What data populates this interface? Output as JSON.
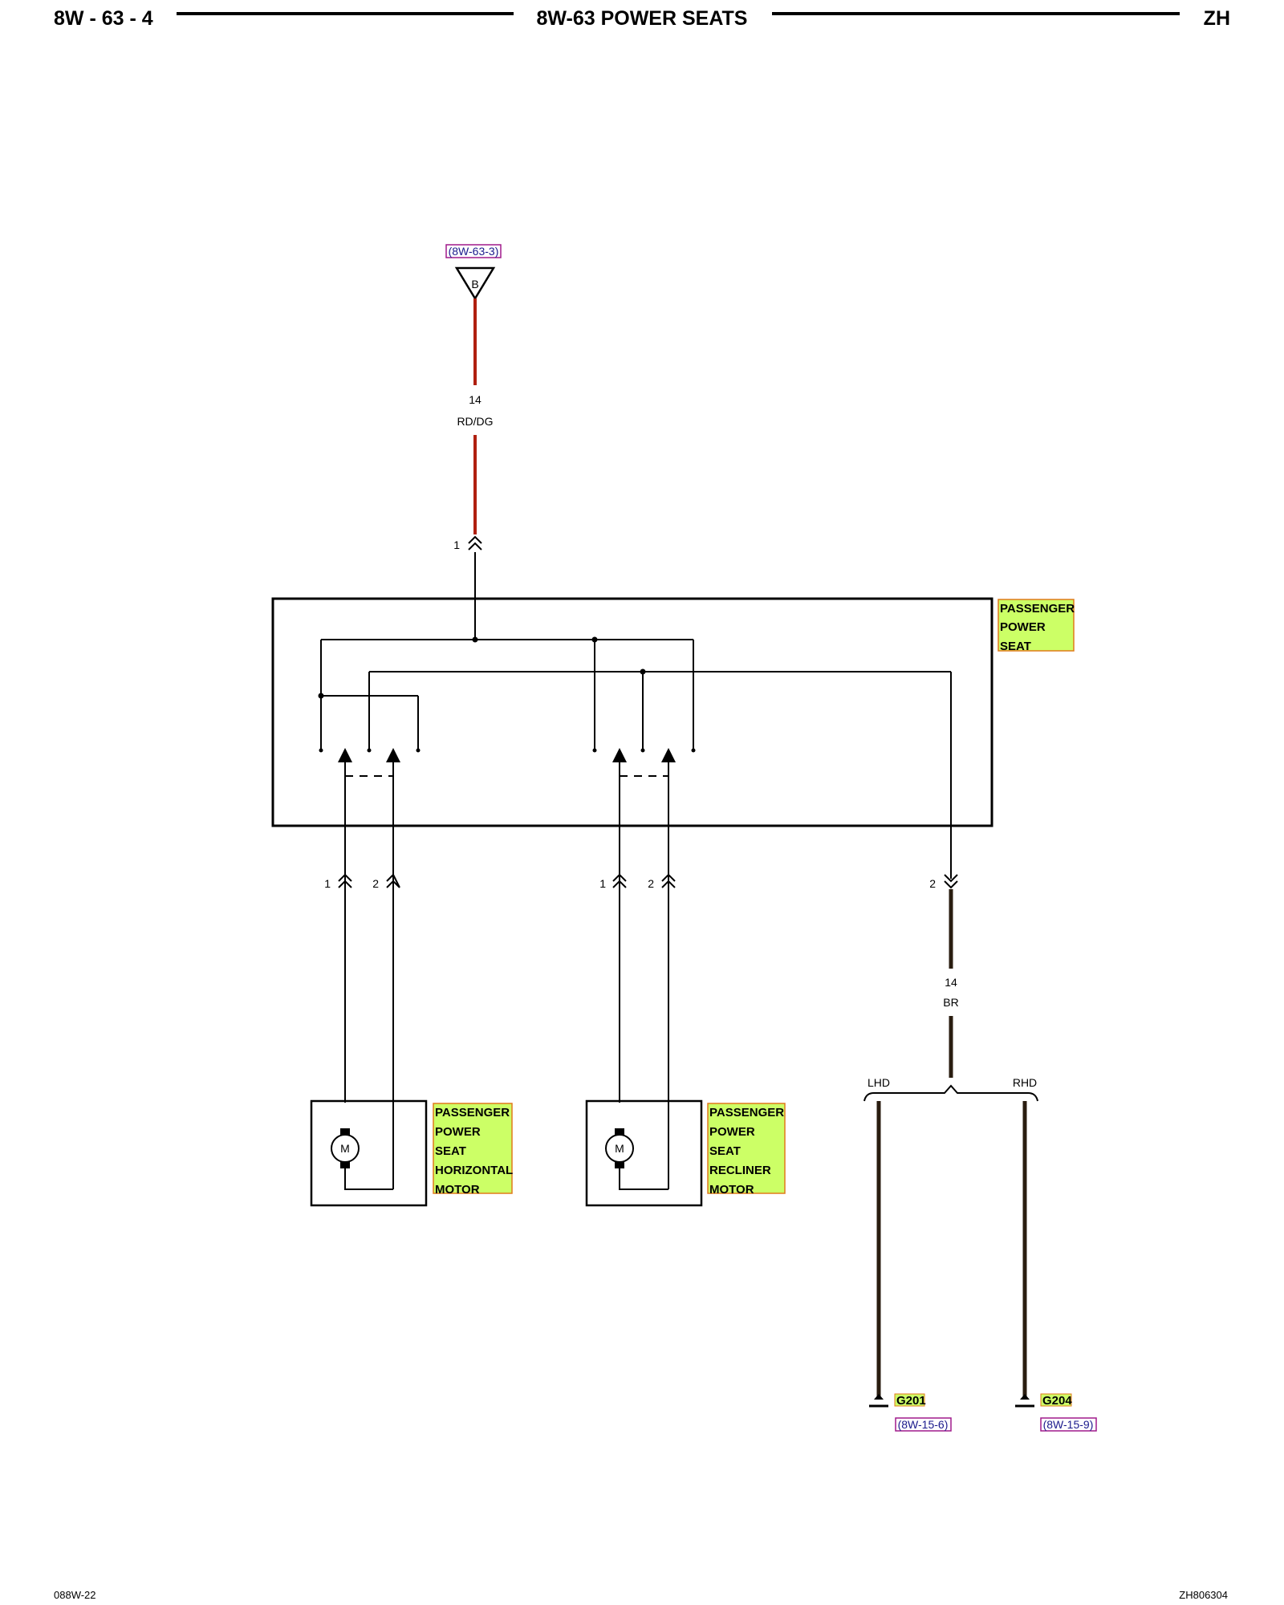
{
  "header": {
    "page_number": "8W - 63 - 4",
    "title": "8W-63 POWER SEATS",
    "model_code": "ZH"
  },
  "footer": {
    "left_code": "088W-22",
    "right_code": "ZH806304"
  },
  "colors": {
    "wire_red": "#b02010",
    "wire_brown": "#2a1d10",
    "label_fill": "#ccff66",
    "label_border": "#e07a1a",
    "ref_border": "#a01a8c"
  },
  "connector_b": {
    "reference": "(8W-63-3)",
    "letter": "B"
  },
  "wire_power": {
    "gauge": "14",
    "color_code": "RD/DG",
    "pin": "1"
  },
  "passenger_power_seat": {
    "label_lines": [
      "PASSENGER",
      "POWER",
      "SEAT"
    ]
  },
  "horizontal_motor": {
    "pin_1": "1",
    "pin_2": "2",
    "motor_symbol": "M",
    "label_lines": [
      "PASSENGER",
      "POWER",
      "SEAT",
      "HORIZONTAL",
      "MOTOR"
    ]
  },
  "recliner_motor": {
    "pin_1": "1",
    "pin_2": "2",
    "motor_symbol": "M",
    "label_lines": [
      "PASSENGER",
      "POWER",
      "SEAT",
      "RECLINER",
      "MOTOR"
    ]
  },
  "wire_ground": {
    "pin": "2",
    "gauge": "14",
    "color_code": "BR",
    "split_left": "LHD",
    "split_right": "RHD"
  },
  "ground_g201": {
    "name": "G201",
    "reference": "(8W-15-6)"
  },
  "ground_g204": {
    "name": "G204",
    "reference": "(8W-15-9)"
  }
}
